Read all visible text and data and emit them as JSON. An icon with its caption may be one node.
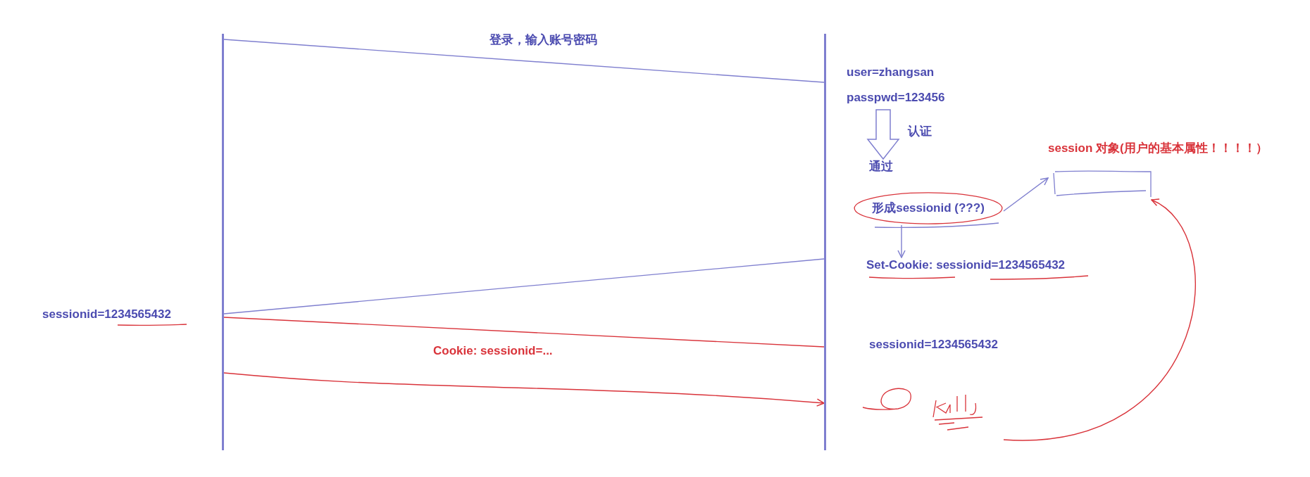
{
  "diagram": {
    "nodes": [
      {
        "text": [],
        "shape": "bar"
      },
      {
        "text": [],
        "shape": "bar"
      },
      {
        "text": [
          "user=zhangsan",
          "passpwd=123456"
        ]
      },
      {
        "text": [
          "通过"
        ]
      },
      {
        "text": [
          "形成sessionid (???)"
        ]
      },
      {
        "text": [
          "session 对象(用户的基本属性！！！！）"
        ]
      },
      {
        "text": [
          "Set-Cookie: sessionid=1234565432"
        ]
      },
      {
        "text": [],
        "shape": "scribble"
      }
    ],
    "edges": [
      {
        "from": 0,
        "to": 1,
        "arrow": "none",
        "label": "登录，输入账号密码"
      },
      {
        "from": 2,
        "to": 3,
        "arrow": "to",
        "label": "认证",
        "style": "thick"
      },
      {
        "from": 4,
        "to": 5,
        "arrow": "to"
      },
      {
        "from": 4,
        "to": 6,
        "arrow": "to"
      },
      {
        "from": 1,
        "to": 0,
        "arrow": "none"
      },
      {
        "from": 0,
        "to": 1,
        "arrow": "none",
        "label": "Cookie: sessionid=...",
        "color": "#d9333a"
      },
      {
        "from": 0,
        "to": 1,
        "arrow": "to",
        "color": "#d9333a"
      },
      {
        "from": 7,
        "to": 5,
        "arrow": "to",
        "color": "#d9333a"
      }
    ],
    "labels": [
      "sessionid=1234565432",
      "sessionid=1234565432"
    ]
  }
}
